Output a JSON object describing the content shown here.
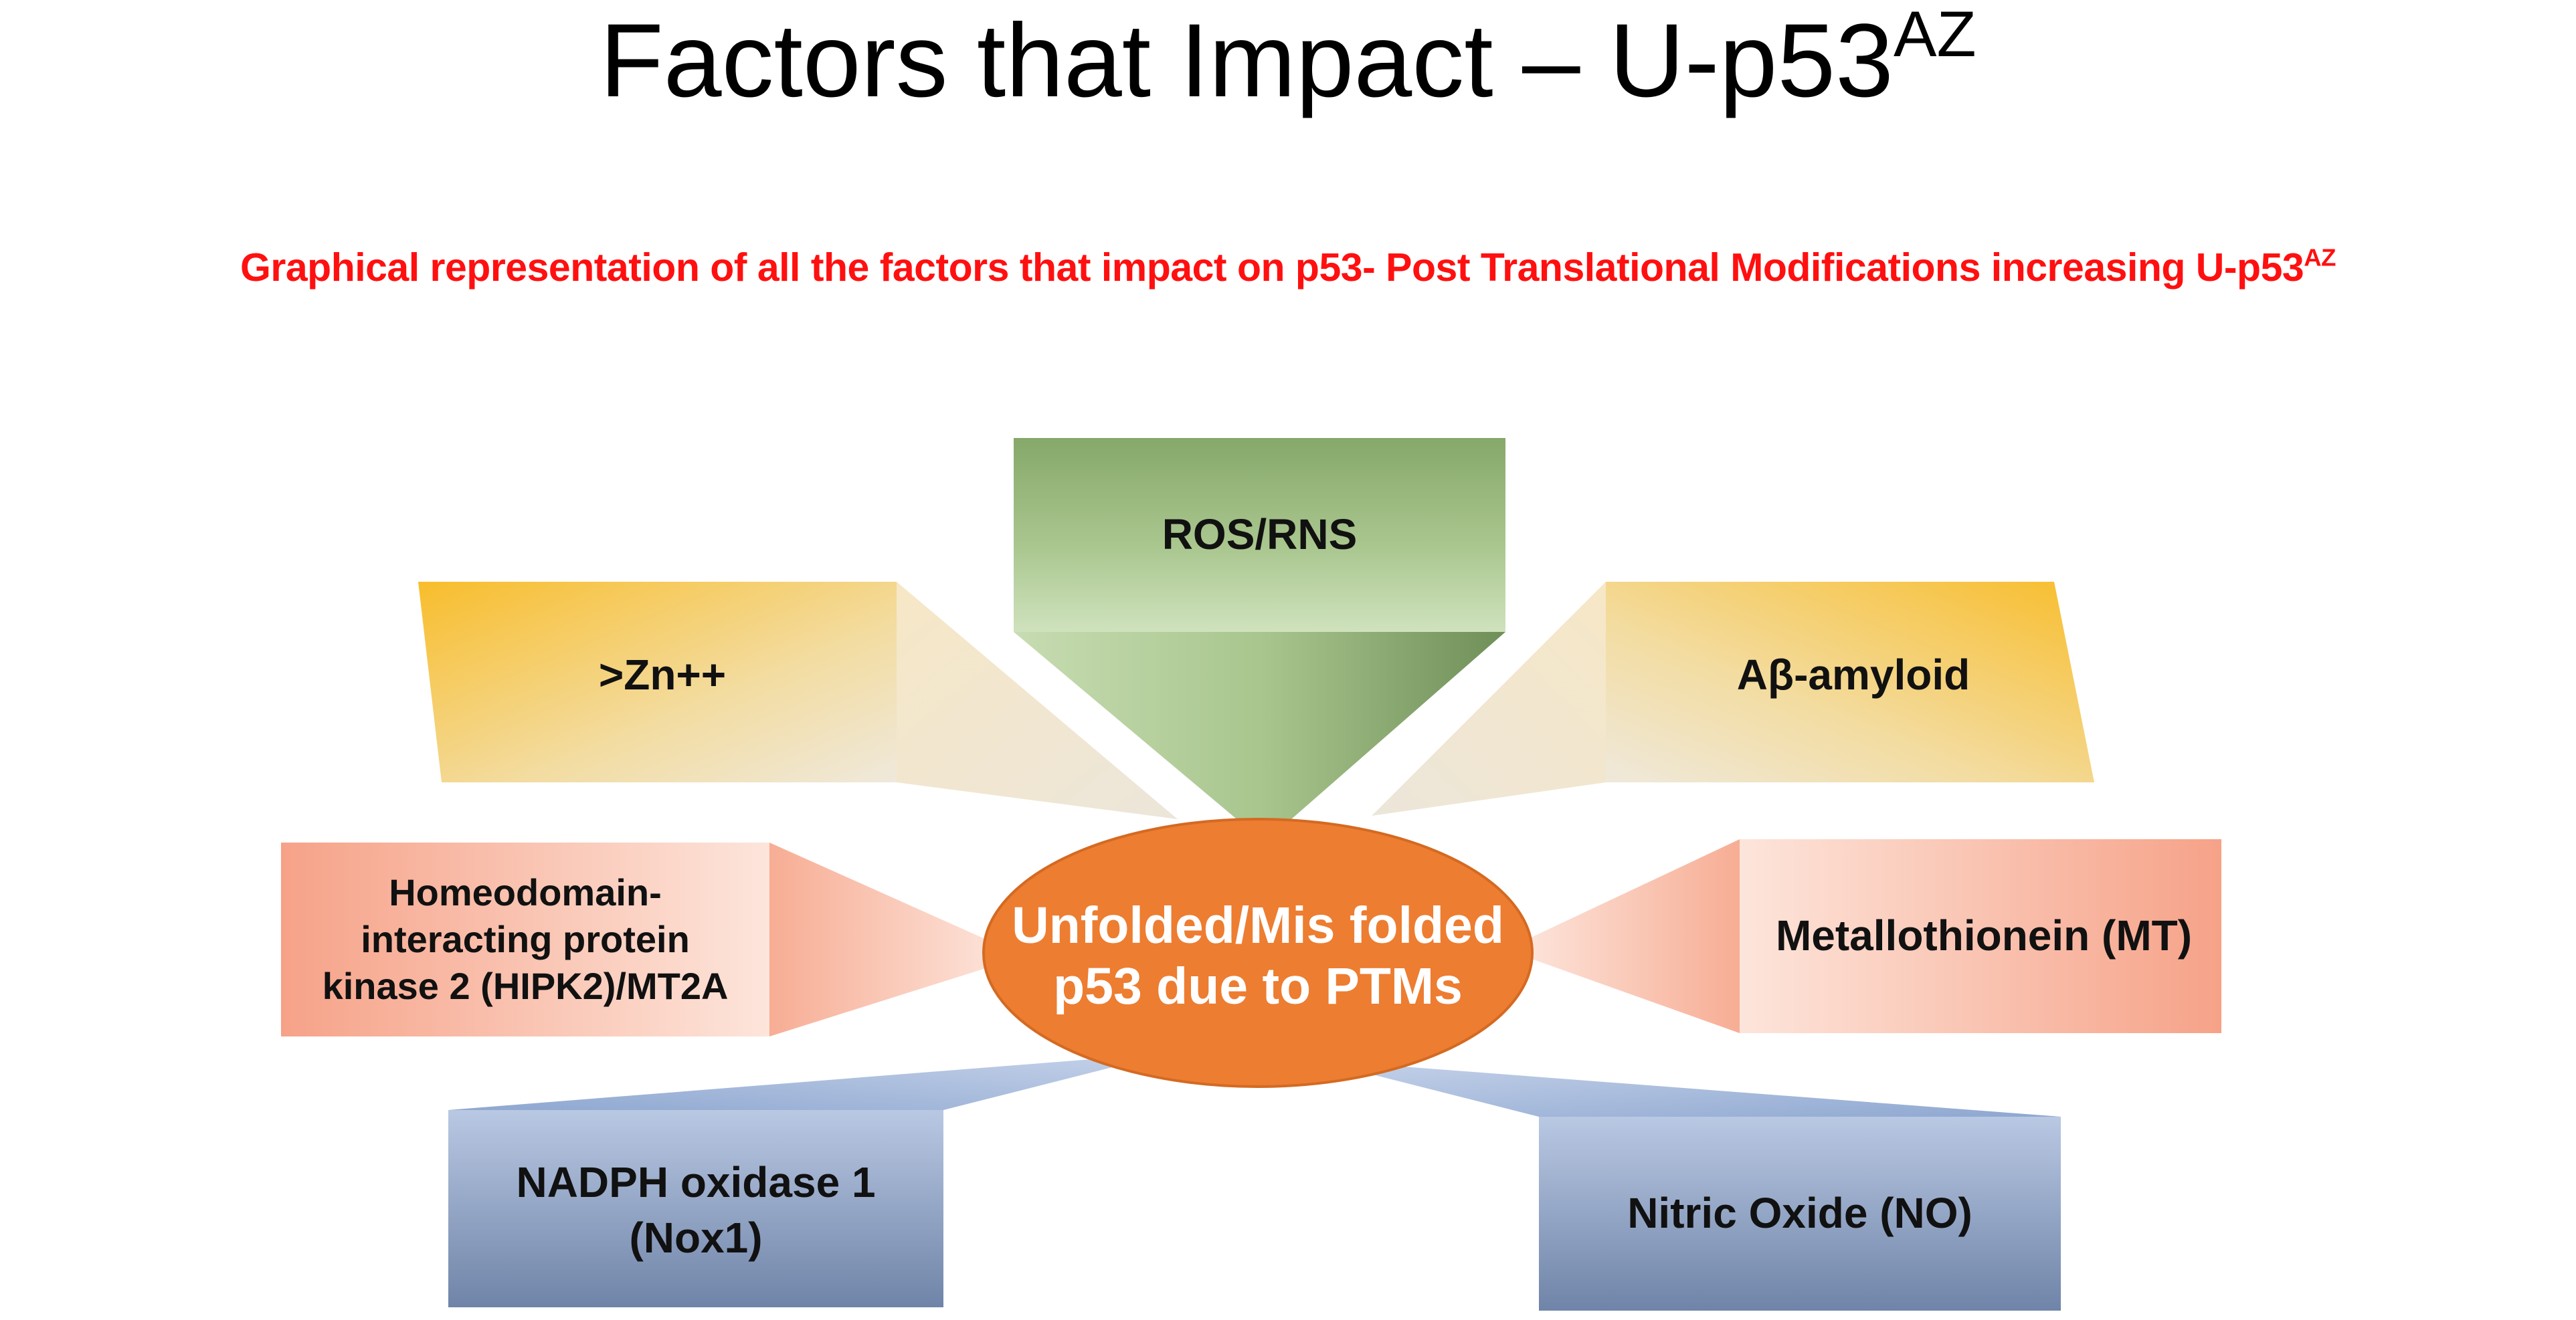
{
  "title": {
    "text": "Factors that Impact – U-p53",
    "sup": "AZ"
  },
  "subtitle": {
    "text": "Graphical representation of all the factors that impact on p53- Post Translational Modifications increasing U-p53",
    "sup": "AZ"
  },
  "center": {
    "label": "Unfolded/Mis folded p53 due to PTMs",
    "color": "#ed7d31"
  },
  "factors": [
    {
      "id": "ros",
      "label": "ROS/RNS",
      "color": "#a9c68e"
    },
    {
      "id": "zn",
      "label": ">Zn++",
      "color": "#f8bd2c"
    },
    {
      "id": "abeta",
      "label": "Aβ-amyloid",
      "color": "#f8bd2c"
    },
    {
      "id": "hipk2",
      "label": "Homeodomain-interacting protein kinase 2 (HIPK2)/MT2A",
      "color": "#f6a288"
    },
    {
      "id": "mt",
      "label": "Metallothionein (MT)",
      "color": "#f6a288"
    },
    {
      "id": "nox1",
      "label": "NADPH oxidase 1 (Nox1)",
      "color": "#8ea7d0"
    },
    {
      "id": "no",
      "label": "Nitric Oxide (NO)",
      "color": "#8ea7d0"
    }
  ]
}
